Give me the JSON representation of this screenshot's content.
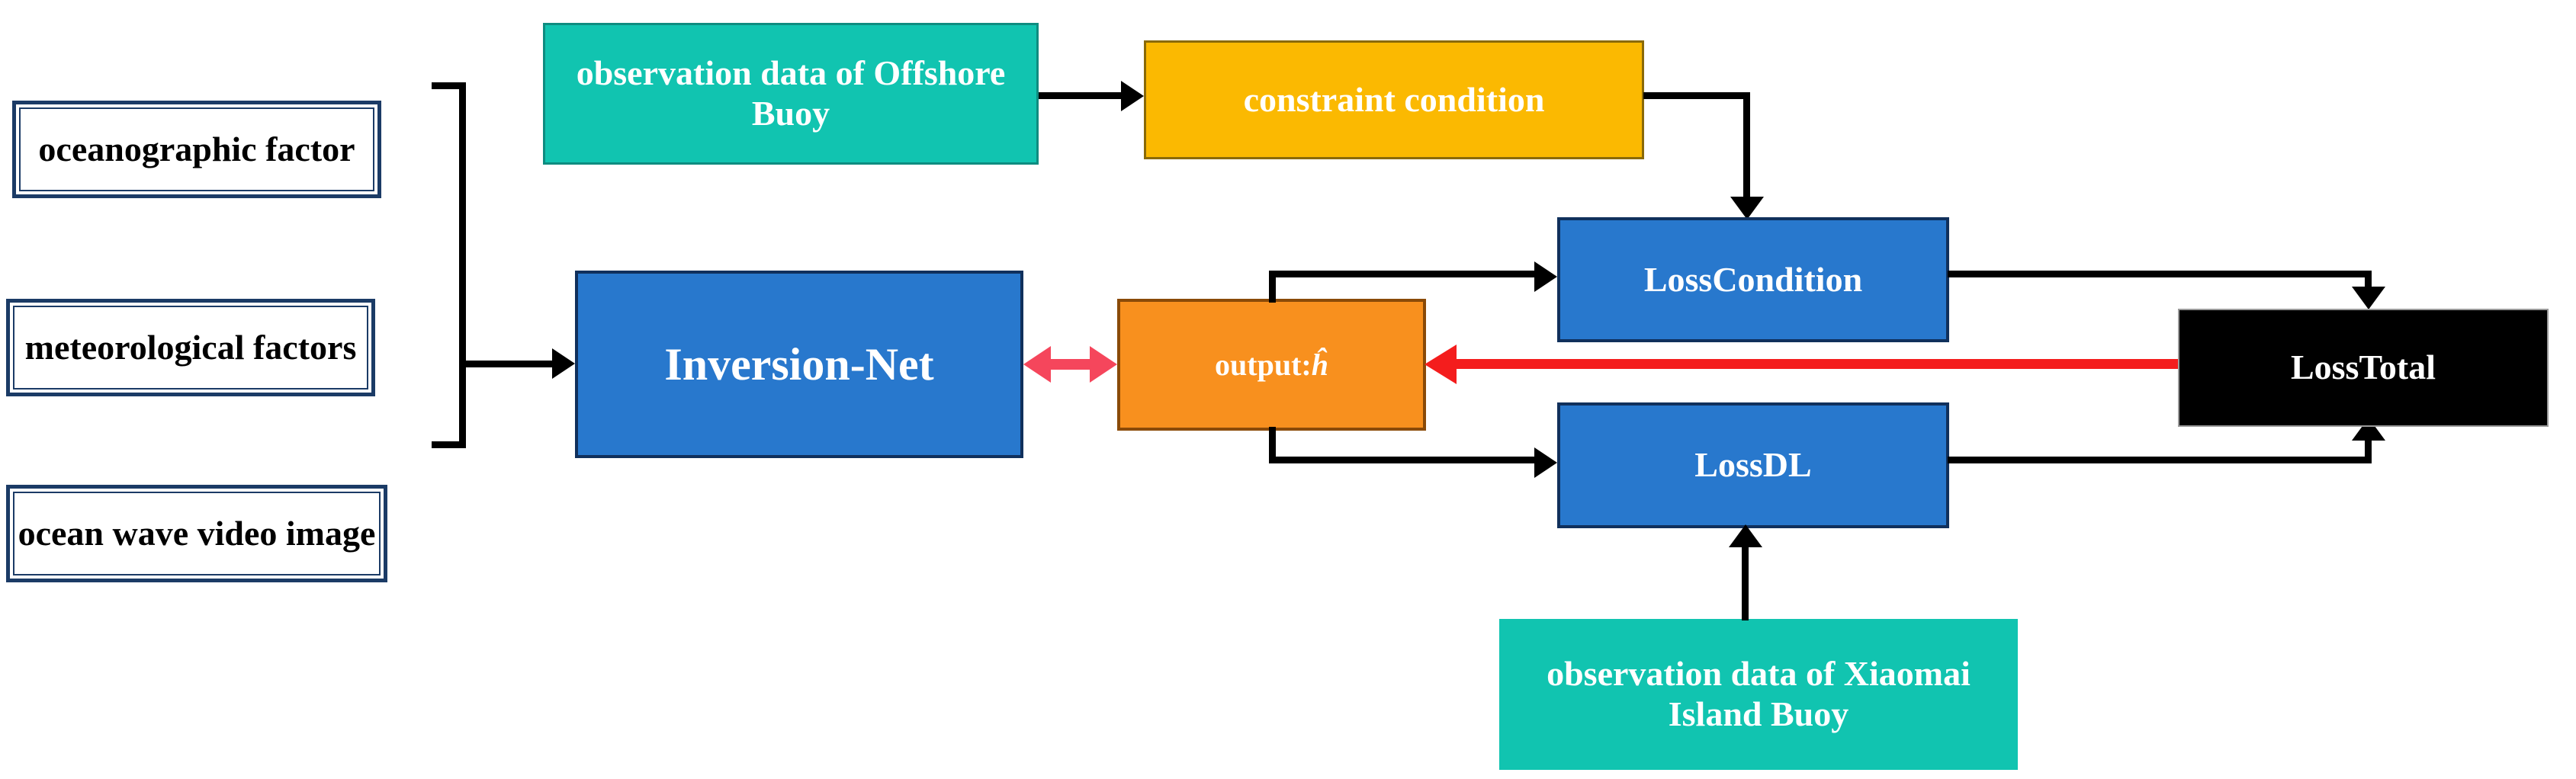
{
  "diagram": {
    "title": "Inversion-Net training framework with physical constraint and deep-learning losses",
    "colors": {
      "teal": "#11c4b0",
      "teal_border": "#0e8c80",
      "yellow": "#fbb901",
      "yellow_border": "#8a6a08",
      "blue": "#2878cd",
      "blue_border": "#10305c",
      "orange": "#f8901e",
      "orange_border": "#8a4a08",
      "black": "#000000",
      "input_border": "#1b3b66",
      "connector_black": "#000000",
      "connector_red": "#f41d1d",
      "connector_pink": "#f5465c",
      "background": "#ffffff"
    },
    "nodes": {
      "oceanographic_factor": "oceanographic factor",
      "meteorological_factors": "meteorological factors",
      "ocean_wave_video_image": "ocean wave video image",
      "observation_offshore_buoy": "observation data of Offshore Buoy",
      "constraint_condition": "constraint condition",
      "inversion_net": "Inversion-Net",
      "output_label": "output:",
      "output_symbol": "ĥ",
      "loss_condition": "LossCondition",
      "loss_dl": "LossDL",
      "loss_total": "LossTotal",
      "observation_xiaomai_buoy": "observation data of Xiaomai Island Buoy"
    },
    "edges": [
      {
        "from": "input-group-bracket",
        "to": "inversion_net",
        "style": "solid-black-arrow"
      },
      {
        "from": "observation_offshore_buoy",
        "to": "constraint_condition",
        "style": "solid-black-arrow"
      },
      {
        "from": "constraint_condition",
        "to": "loss_condition",
        "style": "solid-black-arrow-elbow-down"
      },
      {
        "from": "inversion_net",
        "to": "output",
        "style": "pink-double-headed-arrow"
      },
      {
        "from": "output",
        "to": "loss_condition",
        "style": "solid-black-arrow-elbow-up"
      },
      {
        "from": "output",
        "to": "loss_dl",
        "style": "solid-black-arrow-elbow-down"
      },
      {
        "from": "loss_condition",
        "to": "loss_total",
        "style": "solid-black-arrow-elbow-down"
      },
      {
        "from": "loss_dl",
        "to": "loss_total",
        "style": "solid-black-arrow-elbow-up"
      },
      {
        "from": "observation_xiaomai_buoy",
        "to": "loss_dl",
        "style": "solid-black-arrow-up"
      },
      {
        "from": "loss_total",
        "to": "output",
        "style": "red-arrow-backprop"
      }
    ]
  }
}
